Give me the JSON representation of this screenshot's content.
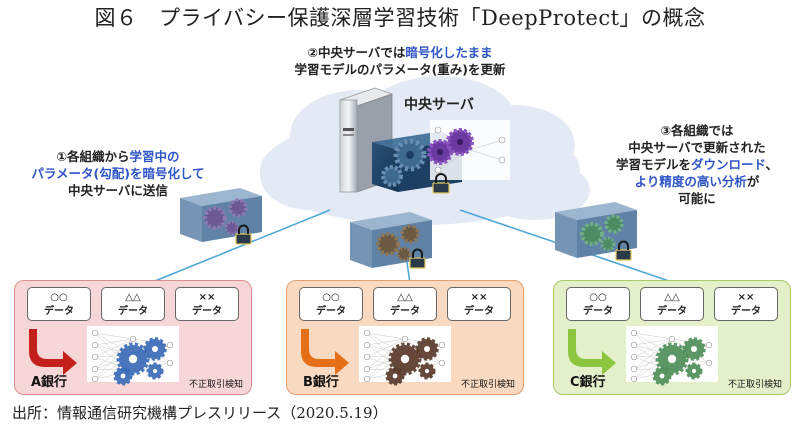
{
  "title": "図６　プライバシー保護深層学習技術「DeepProtect」の概念",
  "source": "出所：情報通信研究機構プレスリリース（2020.5.19）",
  "server_note": {
    "line1_prefix": "②中央サーバでは",
    "line1_highlight": "暗号化したまま",
    "line2": "学習モデルのパラメータ(重み)を更新"
  },
  "cloud_label": "中央サーバ",
  "left_note": {
    "line1_prefix": "①各組織から",
    "line1_highlight": "学習中の",
    "line2": "パラメータ(勾配)を暗号化して",
    "line3": "中央サーバに送信"
  },
  "right_note": {
    "line1": "③各組織では",
    "line2": "中央サーバで更新された",
    "line3_prefix": "学習モデルを",
    "line3_highlight": "ダウンロード",
    "line3_suffix": "、",
    "line4_highlight": "より精度の高い分析",
    "line4_suffix": "が",
    "line5": "可能に"
  },
  "banks": [
    {
      "name": "A銀行",
      "fraud_label": "不正取引検知",
      "data": [
        {
          "symbol": "○○",
          "label": "データ"
        },
        {
          "symbol": "△△",
          "label": "データ"
        },
        {
          "symbol": "××",
          "label": "データ"
        }
      ],
      "fill": "#f6d6d6",
      "border": "#d98f8f",
      "arrow": "#c4201b",
      "gear": "#3a6bb8"
    },
    {
      "name": "B銀行",
      "fraud_label": "不正取引検知",
      "data": [
        {
          "symbol": "○○",
          "label": "データ"
        },
        {
          "symbol": "△△",
          "label": "データ"
        },
        {
          "symbol": "××",
          "label": "データ"
        }
      ],
      "fill": "#f9d9c0",
      "border": "#e2a070",
      "arrow": "#e56f17",
      "gear": "#5a3a2a"
    },
    {
      "name": "C銀行",
      "fraud_label": "不正取引検知",
      "data": [
        {
          "symbol": "○○",
          "label": "データ"
        },
        {
          "symbol": "△△",
          "label": "データ"
        },
        {
          "symbol": "××",
          "label": "データ"
        }
      ],
      "fill": "#e4f0c9",
      "border": "#a9cb6b",
      "arrow": "#8cc63e",
      "gear": "#4f8f5a"
    }
  ],
  "colors": {
    "highlight_blue": "#2f55c7",
    "cloud": "#dfe7f4",
    "line": "#4ea7d8",
    "box": "#5e7fa0"
  }
}
